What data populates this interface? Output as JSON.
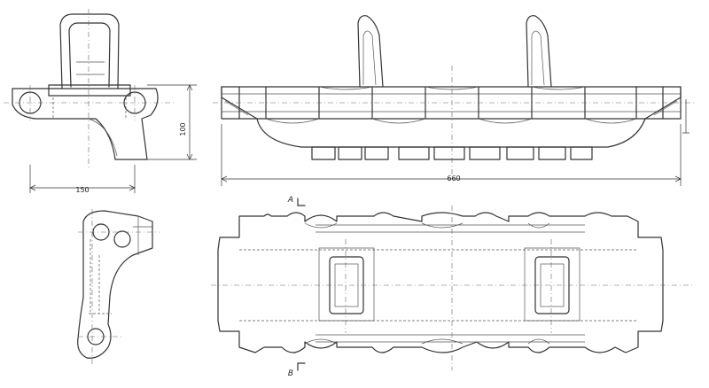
{
  "drawing": {
    "dimensions": {
      "width_side": "150",
      "height_side": "100",
      "length_plan": "660"
    },
    "section_marks": {
      "top": "A",
      "bottom": "B"
    }
  }
}
